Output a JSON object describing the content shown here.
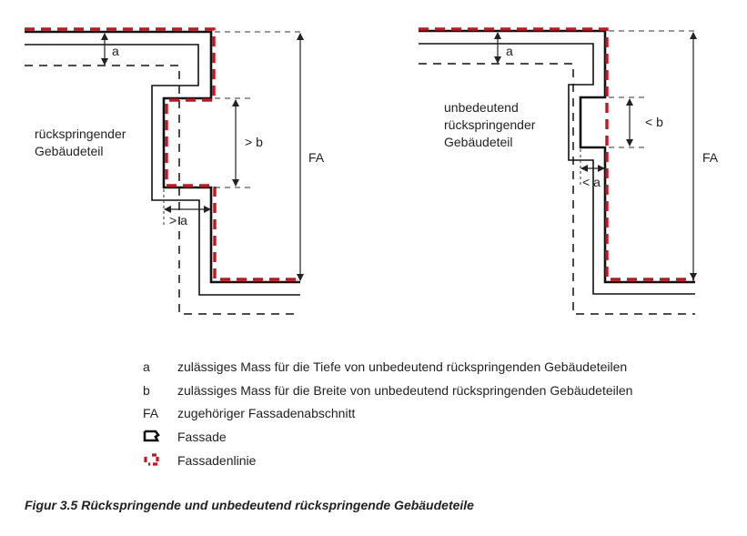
{
  "left_diagram": {
    "label_line1": "rückspringender",
    "label_line2": "Gebäudeteil",
    "dim_a": "a",
    "dim_b": "> b",
    "dim_a2": "> a",
    "dim_fa": "FA"
  },
  "right_diagram": {
    "label_line1": "unbedeutend",
    "label_line2": "rückspringender",
    "label_line3": "Gebäudeteil",
    "dim_a": "a",
    "dim_b": "< b",
    "dim_a2": "< a",
    "dim_fa": "FA"
  },
  "legend": [
    {
      "key": "a",
      "text": "zulässiges Mass für die Tiefe von unbedeutend rückspringenden Gebäudeteilen"
    },
    {
      "key": "b",
      "text": "zulässiges Mass für die Breite von unbedeutend rückspringenden Gebäudeteilen"
    },
    {
      "key": "FA",
      "text": "zugehöriger Fassadenabschnitt"
    },
    {
      "key_icon": "facade-symbol-icon",
      "text": "Fassade"
    },
    {
      "key_icon": "facade-line-symbol-icon",
      "text": "Fassadenlinie"
    }
  ],
  "caption": "Figur 3.5 Rückspringende und unbedeutend rückspringende Gebäudeteile",
  "colors": {
    "facade_line": "#c8141e",
    "lines": "#111111"
  }
}
